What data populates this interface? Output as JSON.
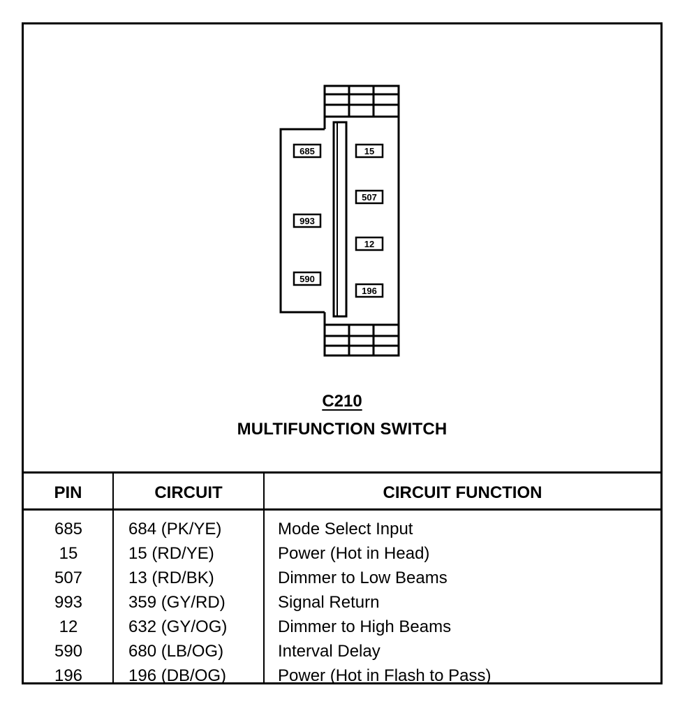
{
  "connector": {
    "id": "C210",
    "name": "MULTIFUNCTION SWITCH",
    "pin_labels": [
      "685",
      "15",
      "507",
      "993",
      "12",
      "590",
      "196"
    ]
  },
  "table": {
    "headers": {
      "pin": "PIN",
      "circuit": "CIRCUIT",
      "function": "CIRCUIT FUNCTION"
    },
    "rows": [
      {
        "pin": "685",
        "circuit": "684 (PK/YE)",
        "function": "Mode Select Input"
      },
      {
        "pin": "15",
        "circuit": "15 (RD/YE)",
        "function": "Power (Hot in Head)"
      },
      {
        "pin": "507",
        "circuit": "13 (RD/BK)",
        "function": "Dimmer to Low Beams"
      },
      {
        "pin": "993",
        "circuit": "359 (GY/RD)",
        "function": "Signal Return"
      },
      {
        "pin": "12",
        "circuit": "632 (GY/OG)",
        "function": "Dimmer to High Beams"
      },
      {
        "pin": "590",
        "circuit": "680 (LB/OG)",
        "function": "Interval Delay"
      },
      {
        "pin": "196",
        "circuit": "196 (DB/OG)",
        "function": "Power (Hot in Flash to Pass)"
      }
    ]
  }
}
